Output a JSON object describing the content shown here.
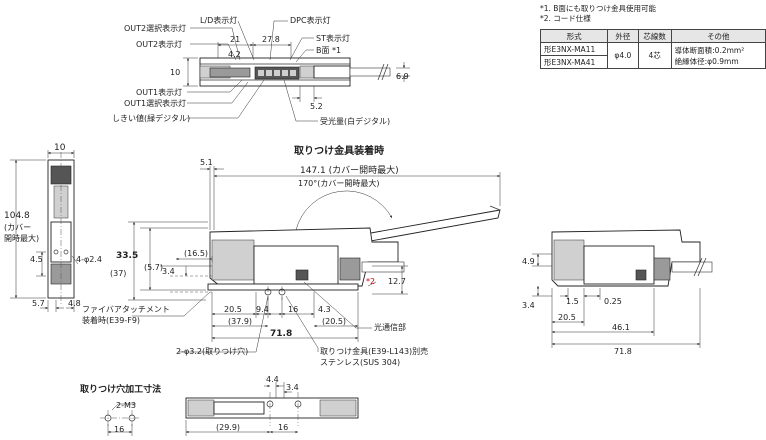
{
  "notes": {
    "note1": "*1. B面にも取りつけ金具使用可能",
    "note2": "*2. コード仕様"
  },
  "spec_table": {
    "headers": [
      "形式",
      "外径",
      "芯線数",
      "その他"
    ],
    "models": [
      "形E3NX-MA11",
      "形E3NX-MA41"
    ],
    "diameter": "φ4.0",
    "cores": "4芯",
    "other_line1": "導体断面積:0.2mm²",
    "other_line2": "絶縁体径:φ0.9mm"
  },
  "top_view": {
    "callouts": {
      "out2_select": "OUT2選択表示灯",
      "out2_indicator": "OUT2表示灯",
      "out1_indicator": "OUT1表示灯",
      "out1_select": "OUT1選択表示灯",
      "threshold": "しきい値(緑デジタル)",
      "ld_indicator": "L/D表示灯",
      "dpc_indicator": "DPC表示灯",
      "st_indicator": "ST表示灯",
      "b_side": "B面 *1",
      "received_light": "受光量(白デジタル)"
    },
    "dims": {
      "d21": "21",
      "d27_8": "27.8",
      "d4_2": "4.2",
      "d10": "10",
      "d6_9": "6.9",
      "d5_2": "5.2"
    }
  },
  "main_view": {
    "title": "取りつけ金具装着時",
    "callouts": {
      "cover_open_angle": "170°(カバー開時最大)",
      "fiber_attachment": "ファイバアタッチメント",
      "fiber_attachment2": "装着時(E39-F9)",
      "mount_holes": "2-φ3.2(取りつけ穴)",
      "bracket1": "取りつけ金具(E39-L143)別売",
      "bracket2": "ステンレス(SUS 304)",
      "light_signal": "光通信部",
      "cord_mark": "*2"
    },
    "dims": {
      "d5_1": "5.1",
      "d147_1": "147.1 (カバー開時最大)",
      "d33_5": "33.5",
      "d37": "(37)",
      "d5_7": "(5.7)",
      "d3_4": "3.4",
      "d16_5": "(16.5)",
      "d12_7": "12.7",
      "d20_5": "20.5",
      "d9_4": "9.4",
      "d16": "16",
      "d4_3": "4.3",
      "d37_9": "(37.9)",
      "d20_5p": "(20.5)",
      "d71_8": "71.8"
    }
  },
  "side_view": {
    "dims": {
      "d10": "10",
      "d104_8": "104.8",
      "d104_8_note1": "(カバー",
      "d104_8_note2": "開時最大)",
      "d4_5": "4.5",
      "d4_phi2_4": "4-φ2.4",
      "d5_7": "5.7",
      "d4_8": "4.8"
    }
  },
  "right_view": {
    "dims": {
      "d4_9": "4.9",
      "d3_4": "3.4",
      "d1_5": "1.5",
      "d0_25": "0.25",
      "d20_5": "20.5",
      "d46_1": "46.1",
      "d71_8": "71.8"
    }
  },
  "mount_hole": {
    "title": "取りつけ穴加工寸法",
    "m3": "2-M3",
    "d16": "16"
  },
  "bottom_view": {
    "dims": {
      "d4_4": "4.4",
      "d3_4": "3.4",
      "d29_9": "(29.9)",
      "d16": "16"
    }
  }
}
